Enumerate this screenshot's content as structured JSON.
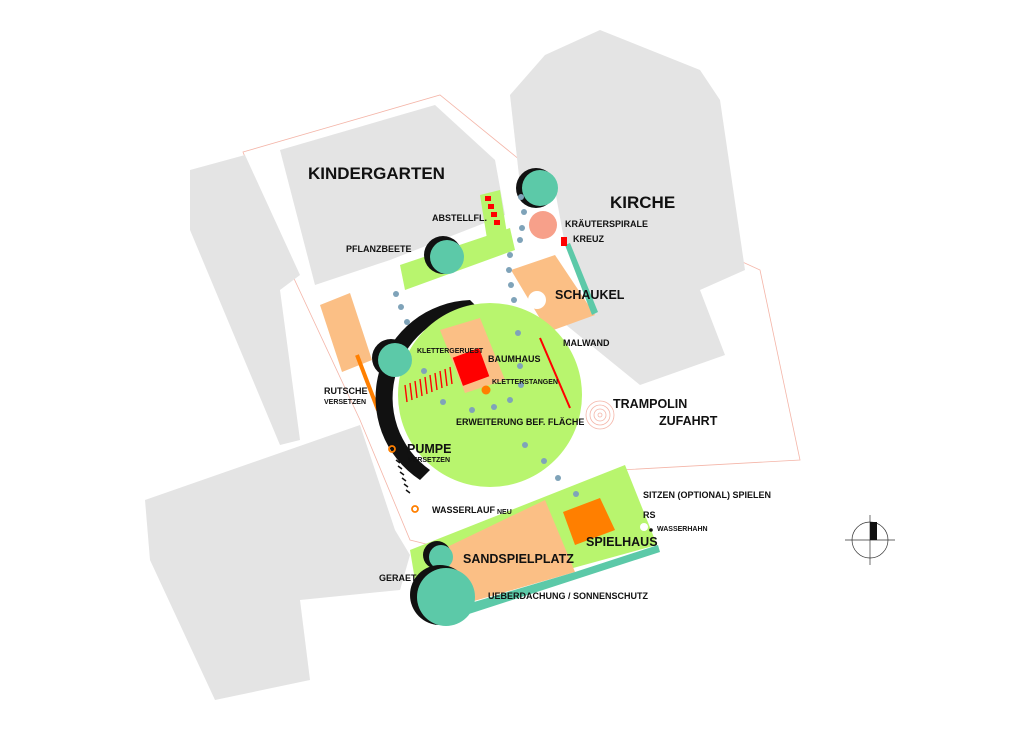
{
  "buildings": {
    "kindergarten": "KINDERGARTEN",
    "kirche": "KIRCHE"
  },
  "labels": {
    "abstellfl": "ABSTELLFL.",
    "pflanzbeete": "PFLANZBEETE",
    "kraeuterspirale": "KRÄUTERSPIRALE",
    "kreuz": "KREUZ",
    "schaukel": "SCHAUKEL",
    "malwand": "MALWAND",
    "klettergeruest": "KLETTERGERUEST",
    "baumhaus": "BAUMHAUS",
    "kletterstangen": "KLETTERSTANGEN",
    "rutsche": "RUTSCHE",
    "rutsche_sub": "VERSETZEN",
    "erweiterung": "ERWEITERUNG BEF. FLÄCHE",
    "trampolin": "TRAMPOLIN",
    "zufahrt": "ZUFAHRT",
    "pumpe": "PUMPE",
    "pumpe_sub": "VERSETZEN",
    "wasserlauf": "WASSERLAUF",
    "wasserlauf_sub": "NEU",
    "sitzen": "SITZEN (OPTIONAL) SPIELEN",
    "rs": "RS",
    "wasserhahn": "WASSERHAHN",
    "spielhaus": "SPIELHAUS",
    "sandspielplatz": "SANDSPIELPLATZ",
    "geraet": "GERAET",
    "ueberdachung": "UEBERDACHUNG / SONNENSCHUTZ"
  },
  "colors": {
    "building": "#e4e4e4",
    "lawn": "#b8f56e",
    "sand": "#fbbf85",
    "orange": "#ff7f00",
    "red": "#ff0000",
    "tree": "#5cc9a8",
    "path_dot": "#7fa3b9",
    "kraeuter": "#f7a08a"
  }
}
